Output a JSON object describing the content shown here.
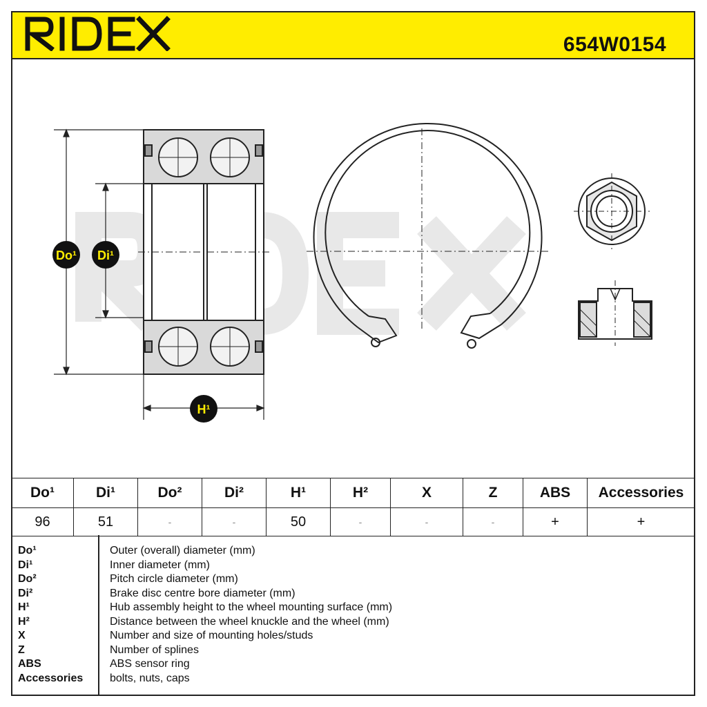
{
  "header": {
    "brand": "RIDEX",
    "part_number": "654W0154",
    "brand_color": "#ffed00"
  },
  "drawing": {
    "watermark": "RIDEX",
    "labels": {
      "do1": "Do¹",
      "di1": "Di¹",
      "h1": "H¹"
    }
  },
  "table": {
    "headers": [
      "Do¹",
      "Di¹",
      "Do²",
      "Di²",
      "H¹",
      "H²",
      "X",
      "Z",
      "ABS",
      "Accessories"
    ],
    "values": [
      "96",
      "51",
      "-",
      "-",
      "50",
      "-",
      "-",
      "-",
      "+",
      "+"
    ]
  },
  "legend": [
    {
      "key": "Do¹",
      "desc": "Outer (overall) diameter (mm)"
    },
    {
      "key": "Di¹",
      "desc": "Inner diameter (mm)"
    },
    {
      "key": "Do²",
      "desc": "Pitch circle diameter (mm)"
    },
    {
      "key": "Di²",
      "desc": "Brake disc centre bore diameter (mm)"
    },
    {
      "key": "H¹",
      "desc": "Hub assembly height to the wheel mounting surface (mm)"
    },
    {
      "key": "H²",
      "desc": "Distance between the wheel knuckle and the wheel (mm)"
    },
    {
      "key": "X",
      "desc": "Number and size of mounting holes/studs"
    },
    {
      "key": "Z",
      "desc": "Number of splines"
    },
    {
      "key": "ABS",
      "desc": "ABS sensor ring"
    },
    {
      "key": "Accessories",
      "desc": "bolts, nuts, caps"
    }
  ]
}
